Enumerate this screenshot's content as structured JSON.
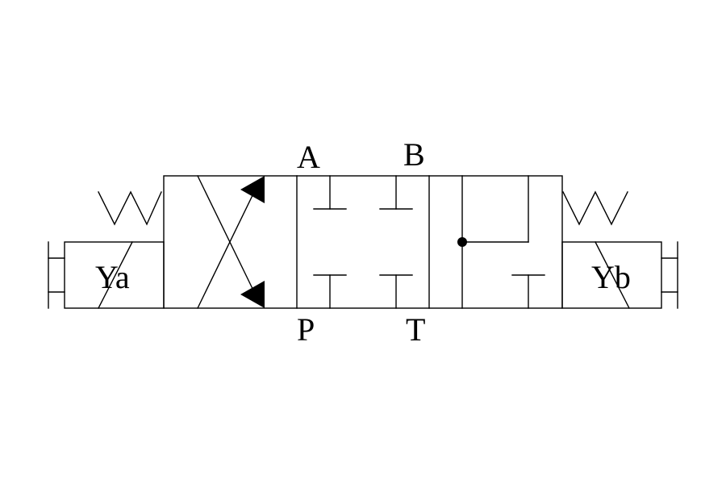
{
  "ports": {
    "a": "A",
    "b": "B",
    "p": "P",
    "t": "T"
  },
  "solenoids": {
    "left": "Ya",
    "right": "Yb"
  },
  "colors": {
    "line": "#000000",
    "background": "#ffffff"
  }
}
